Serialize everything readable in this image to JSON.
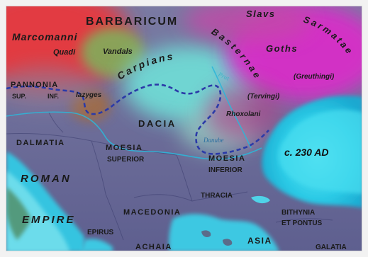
{
  "map": {
    "labels": {
      "barbaricum": "BARBARICUM",
      "slavs": "Slavs",
      "sarmatae": "Sarmatae",
      "marcomanni": "Marcomanni",
      "quadi": "Quadi",
      "vandals": "Vandals",
      "carpians": "Carpians",
      "basternae": "Basternae",
      "goths": "Goths",
      "greuthingi": "(Greuthingi)",
      "tervingi": "(Tervingi)",
      "roxolani": "Rhoxolani",
      "pannonia": "PANNONIA",
      "pannonia_sup": "SUP.",
      "pannonia_inf": "INF.",
      "iazyges": "Iazyges",
      "dacia": "DACIA",
      "dalmatia": "DALMATIA",
      "moesia_superior_1": "MOESIA",
      "moesia_superior_2": "SUPERIOR",
      "moesia_inferior_1": "MOESIA",
      "moesia_inferior_2": "INFERIOR",
      "roman": "ROMAN",
      "empire": "EMPIRE",
      "thracia": "THRACIA",
      "macedonia": "MACEDONIA",
      "epirus": "EPIRUS",
      "achaia": "ACHAIA",
      "asia": "ASIA",
      "bithynia_1": "BITHYNIA",
      "bithynia_2": "ET PONTUS",
      "galatia": "GALATIA",
      "date": "c. 230 AD",
      "danube": "Danube",
      "prut": "Prut"
    },
    "colors": {
      "roman_territory": "#6f6f9c",
      "black_sea": "#22d0e8",
      "adriatic": "#35c4e0",
      "aegean": "#3cc8e2",
      "frontier": "#2b3aa8",
      "marcomanni_zone": "#e8393e",
      "vandals_zone": "#86a85a",
      "carpians_zone": "#6fe0d8",
      "goths_zone": "#d82fc8",
      "slavs_zone": "#c24aa8",
      "iazyges_zone": "#a06c45"
    }
  }
}
